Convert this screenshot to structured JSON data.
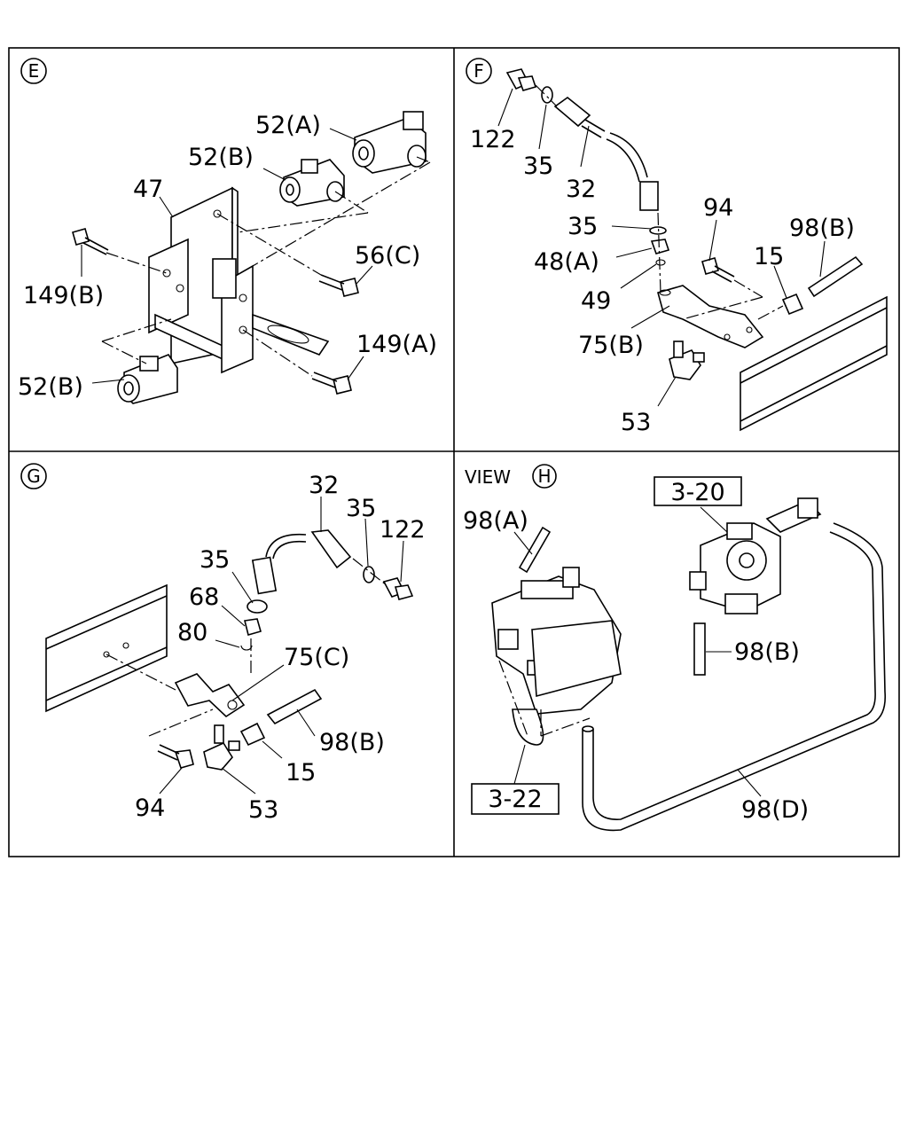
{
  "panels": {
    "E": {
      "marker": "E",
      "labels": {
        "p52a": "52(A)",
        "p52b_top": "52(B)",
        "p47": "47",
        "p56c": "56(C)",
        "p149b": "149(B)",
        "p149a": "149(A)",
        "p52b_bottom": "52(B)"
      }
    },
    "F": {
      "marker": "F",
      "labels": {
        "p122": "122",
        "p35a": "35",
        "p32": "32",
        "p35b": "35",
        "p48a": "48(A)",
        "p49": "49",
        "p75b": "75(B)",
        "p53": "53",
        "p94": "94",
        "p15": "15",
        "p98b": "98(B)"
      }
    },
    "G": {
      "marker": "G",
      "labels": {
        "p32": "32",
        "p35a": "35",
        "p122": "122",
        "p35b": "35",
        "p68": "68",
        "p80": "80",
        "p75c": "75(C)",
        "p98b": "98(B)",
        "p15": "15",
        "p94": "94",
        "p53": "53"
      }
    },
    "H": {
      "view_text": "VIEW",
      "marker": "H",
      "labels": {
        "p98a": "98(A)",
        "ref320": "3-20",
        "p98b": "98(B)",
        "ref322": "3-22",
        "p98d": "98(D)"
      }
    }
  }
}
